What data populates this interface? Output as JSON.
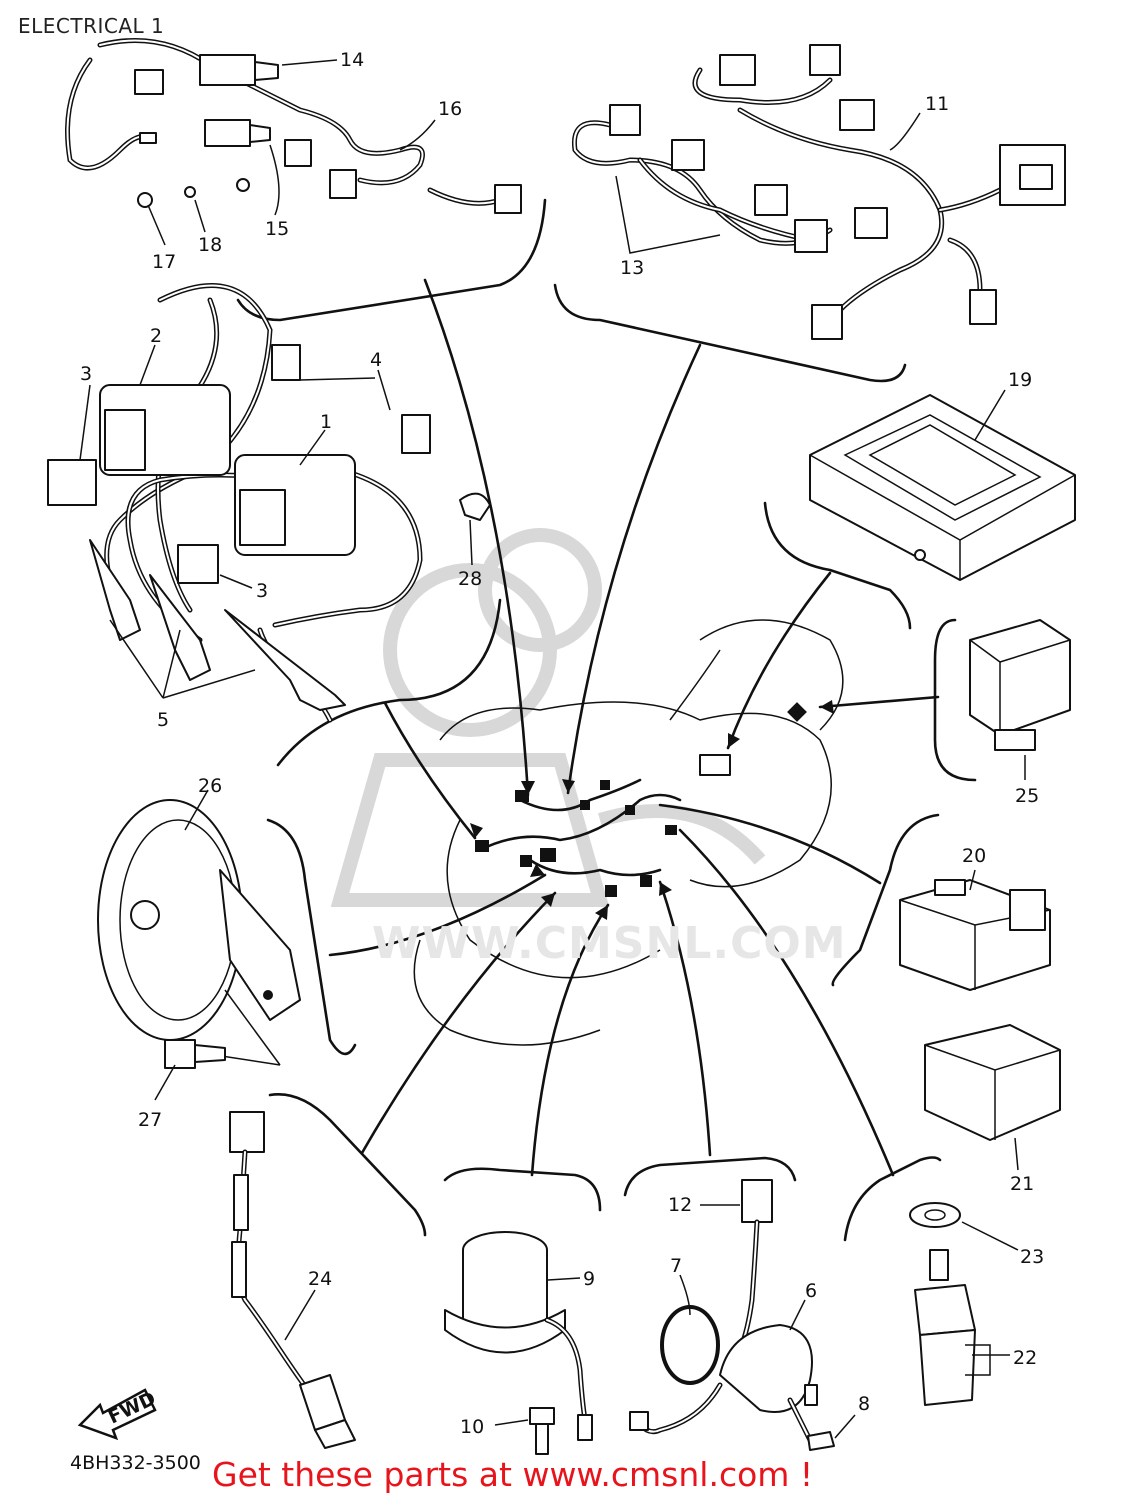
{
  "title": "ELECTRICAL 1",
  "doc_code": "4BH332-3500",
  "promo": "Get these parts at www.cmsnl.com !",
  "watermark": "WWW.CMSNL.COM",
  "fwd": "FWD",
  "labels": {
    "p1": "1",
    "p2": "2",
    "p3a": "3",
    "p3b": "3",
    "p4": "4",
    "p5": "5",
    "p6": "6",
    "p7": "7",
    "p8": "8",
    "p9": "9",
    "p10": "10",
    "p11": "11",
    "p12": "12",
    "p13": "13",
    "p14": "14",
    "p15": "15",
    "p16": "16",
    "p17": "17",
    "p18": "18",
    "p19": "19",
    "p20": "20",
    "p21": "21",
    "p22": "22",
    "p23": "23",
    "p24": "24",
    "p25": "25",
    "p26": "26",
    "p27": "27",
    "p28": "28"
  },
  "colors": {
    "ink": "#111111",
    "promo": "#e8141c",
    "watermark": "#e6e6e6"
  }
}
